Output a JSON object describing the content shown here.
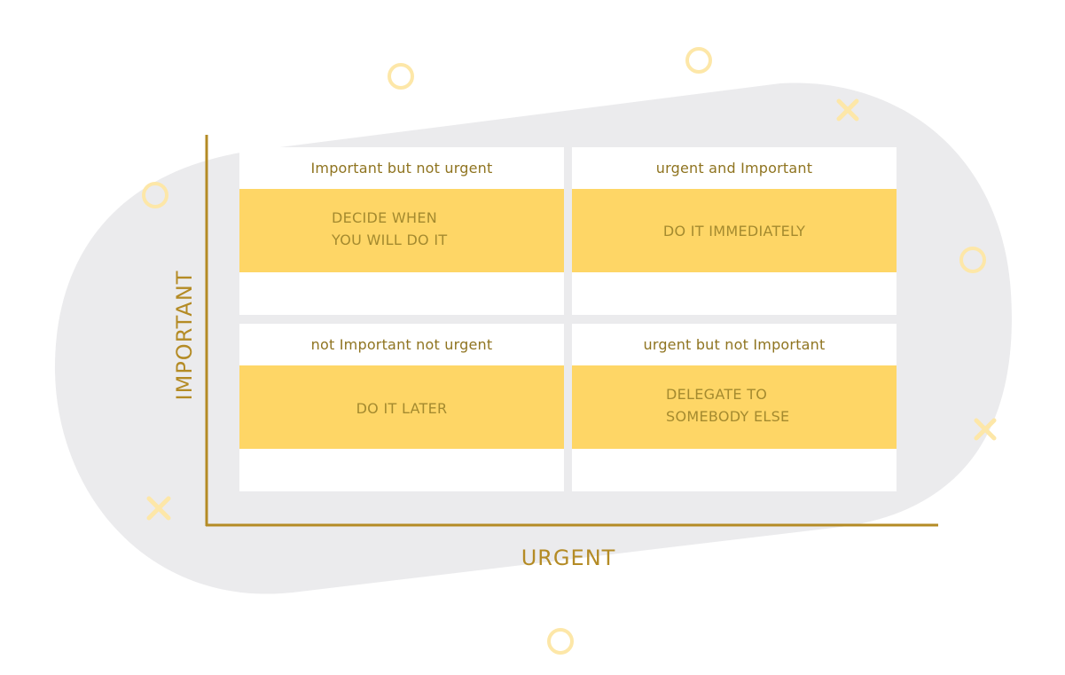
{
  "axes": {
    "y_label": "IMPORTANT",
    "x_label": "URGENT"
  },
  "quadrants": [
    {
      "title": "Important but not urgent",
      "action": "DECIDE WHEN\nYOU WILL DO IT"
    },
    {
      "title": "urgent and Important",
      "action": "DO IT IMMEDIATELY"
    },
    {
      "title": "not Important not urgent",
      "action": "DO IT LATER"
    },
    {
      "title": "urgent but not Important",
      "action": "DELEGATE TO\nSOMEBODY ELSE"
    }
  ],
  "colors": {
    "accent": "#fed666",
    "axis": "#b48b25",
    "text": "#8f7420",
    "blob": "#ebebed",
    "decoration": "#fde7a8"
  }
}
